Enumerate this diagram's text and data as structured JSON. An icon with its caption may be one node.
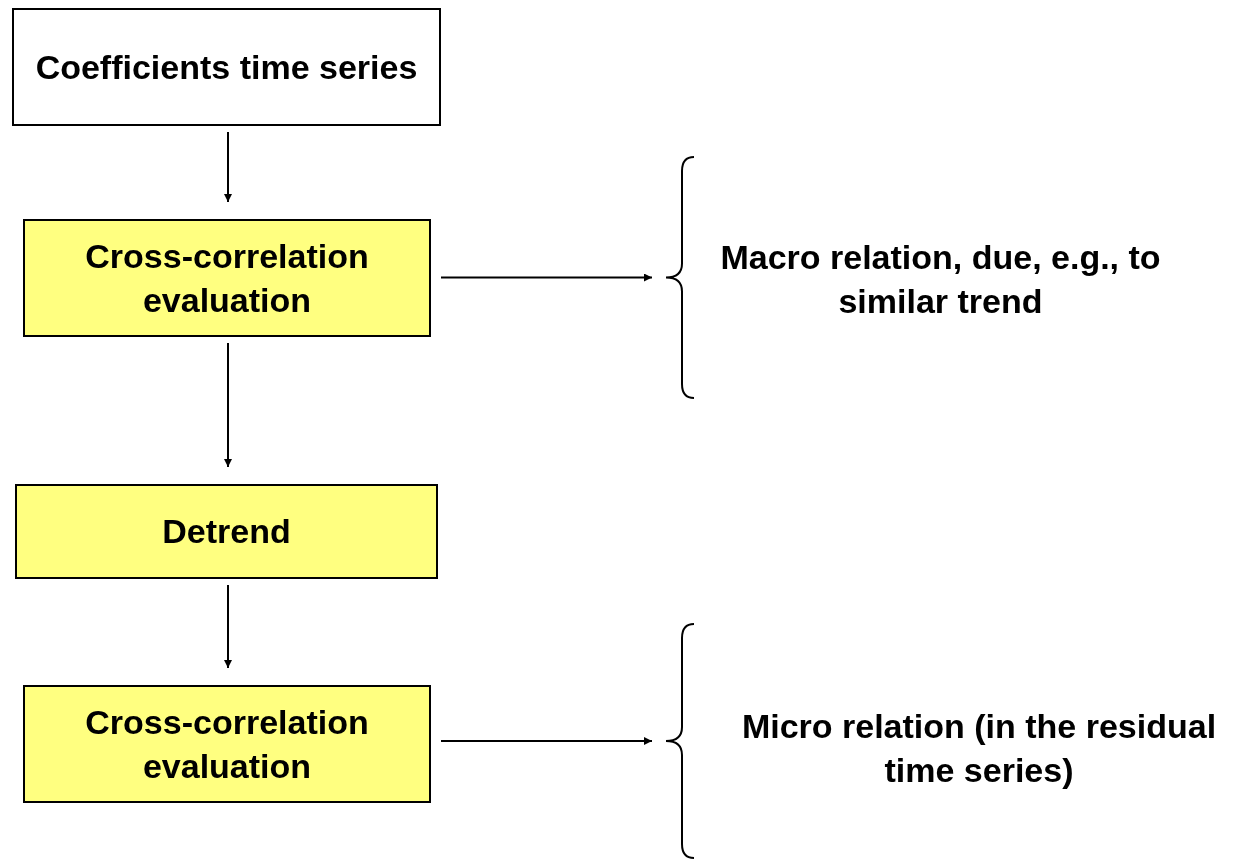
{
  "diagram": {
    "nodes": [
      {
        "text": [
          "Coefficients time series"
        ]
      },
      {
        "text": [
          "Cross-correlation evaluation"
        ]
      },
      {
        "text": [
          "Detrend"
        ]
      },
      {
        "text": [
          "Cross-correlation evaluation"
        ]
      },
      {
        "text": [
          "Macro relation, due, e.g., to similar trend"
        ]
      },
      {
        "text": [
          "Micro relation (in the residual time series)"
        ]
      }
    ],
    "edges": [
      {
        "from": 0,
        "to": 1,
        "arrow": "to"
      },
      {
        "from": 1,
        "to": 2,
        "arrow": "to"
      },
      {
        "from": 2,
        "to": 3,
        "arrow": "to"
      },
      {
        "from": 1,
        "to": 4,
        "arrow": "to"
      },
      {
        "from": 3,
        "to": 5,
        "arrow": "to"
      }
    ]
  }
}
